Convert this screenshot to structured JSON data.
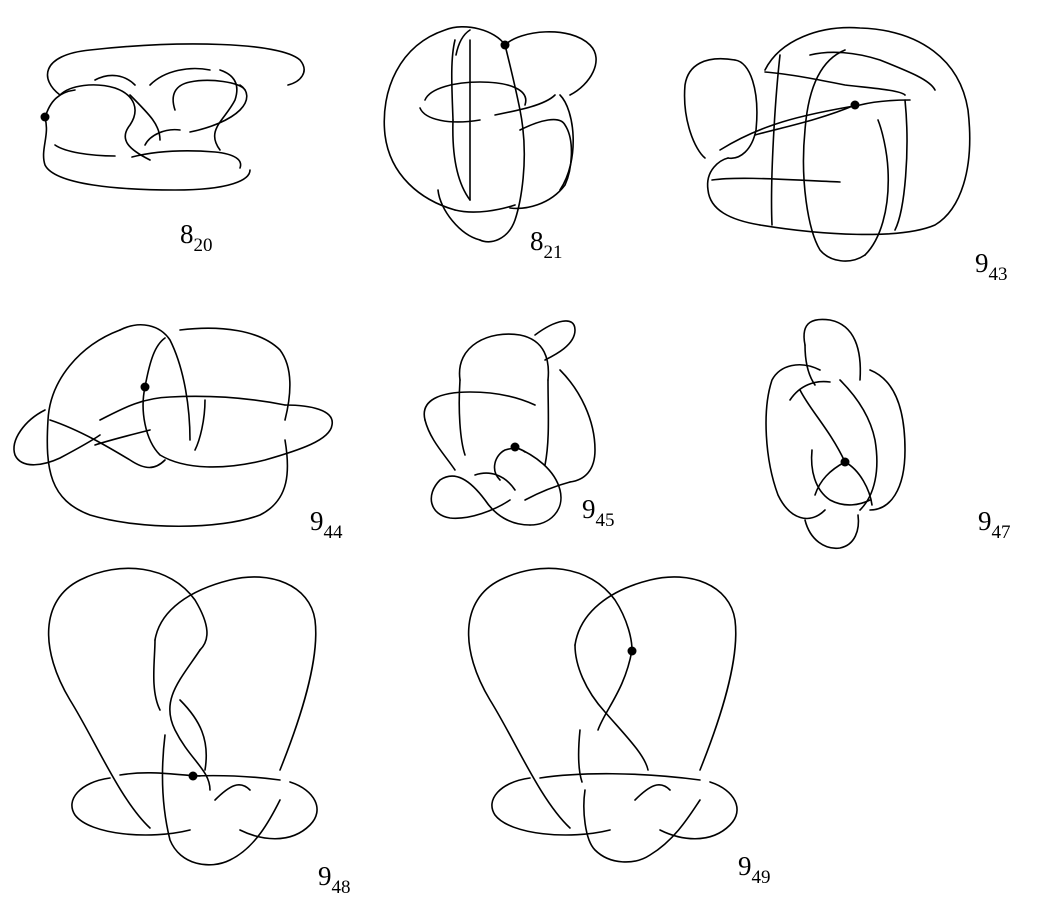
{
  "knots": [
    {
      "id": "8_20",
      "number": "8",
      "index": "20"
    },
    {
      "id": "8_21",
      "number": "8",
      "index": "21"
    },
    {
      "id": "9_43",
      "number": "9",
      "index": "43"
    },
    {
      "id": "9_44",
      "number": "9",
      "index": "44"
    },
    {
      "id": "9_45",
      "number": "9",
      "index": "45"
    },
    {
      "id": "9_47",
      "number": "9",
      "index": "47"
    },
    {
      "id": "9_48",
      "number": "9",
      "index": "48"
    },
    {
      "id": "9_49",
      "number": "9",
      "index": "49"
    }
  ],
  "colors": {
    "stroke": "#000000",
    "background": "#ffffff"
  }
}
